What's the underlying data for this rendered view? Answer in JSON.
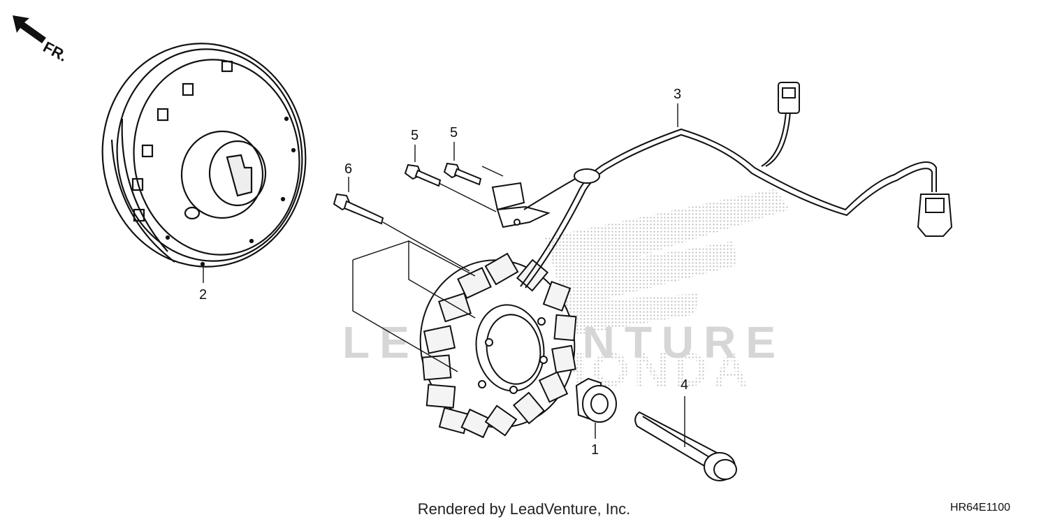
{
  "diagram": {
    "direction_label": "FR.",
    "callouts": [
      "1",
      "2",
      "3",
      "4",
      "5",
      "5",
      "6"
    ],
    "watermark_text": "LEADVENTURE",
    "brand_watermark": "HONDA",
    "footer_text": "Rendered by LeadVenture, Inc.",
    "diagram_code": "HR64E1100"
  },
  "parts": [
    {
      "ref": "1",
      "part": "washer-collar"
    },
    {
      "ref": "2",
      "part": "flywheel"
    },
    {
      "ref": "3",
      "part": "stator-harness"
    },
    {
      "ref": "4",
      "part": "flange-bolt"
    },
    {
      "ref": "5",
      "part": "pulse-generator-bolt"
    },
    {
      "ref": "6",
      "part": "stator-bolt"
    }
  ],
  "icons": {
    "direction_arrow": "arrow-up-left-icon"
  }
}
